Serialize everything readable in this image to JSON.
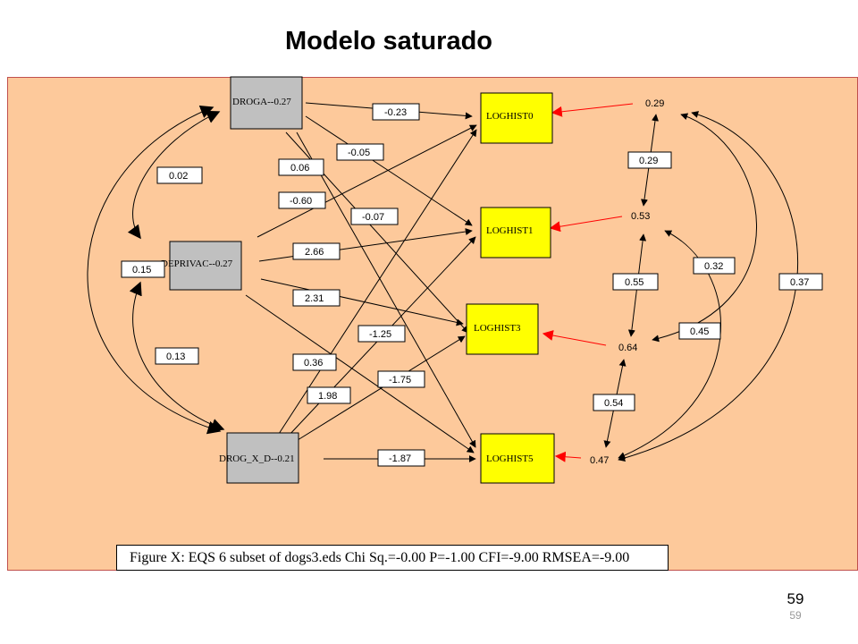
{
  "slide": {
    "title": "Modelo saturado",
    "caption": "Figure X: EQS 6 subset of dogs3.eds Chi Sq.=-0.00 P=-1.00 CFI=-9.00 RMSEA=-9.00",
    "page_number": "59",
    "page_number_small": "59"
  },
  "nodes": {
    "droga": "DROGA--0.27",
    "deprivac": "DEPRIVAC--0.27",
    "drog_x_d": "DROG_X_D--0.21",
    "loghist0": "LOGHIST0",
    "loghist1": "LOGHIST1",
    "loghist3": "LOGHIST3",
    "loghist5": "LOGHIST5"
  },
  "errors": {
    "e0": "0.29",
    "e1": "0.53",
    "e3": "0.64",
    "e5": "0.47"
  },
  "paths": {
    "droga_loghist0": "-0.23",
    "droga_loghist1": "-0.05",
    "droga_loghist3": "0.06",
    "droga_loghist5": "-0.07",
    "deprivac_loghist0": "-0.60",
    "deprivac_loghist1": "2.66",
    "deprivac_loghist3": "2.31",
    "deprivac_loghist5": "-1.25",
    "drogxd_loghist0": "0.36",
    "drogxd_loghist1": "1.98",
    "drogxd_loghist3": "-1.75",
    "drogxd_loghist5": "-1.87"
  },
  "covariances": {
    "droga_deprivac": "0.02",
    "deprivac_drogxd": "0.15",
    "droga_drogxd": "0.13",
    "e0_e1": "0.29",
    "e1_e3": "0.55",
    "e3_e5": "0.54",
    "e1_e5": "0.32",
    "e0_e3": "0.45",
    "e0_e5": "0.37"
  },
  "colors": {
    "panel_bg": "#fdc99b",
    "panel_border": "#c0504d",
    "predictor_fill": "#c0c0c0",
    "outcome_fill": "#ffff00",
    "error_arrow": "#ff0000"
  }
}
